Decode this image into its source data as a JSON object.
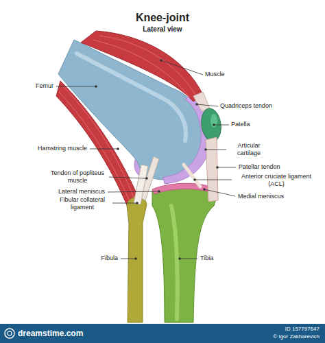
{
  "diagram": {
    "title": "Knee-joint",
    "labels": [
      "Lateral view",
      "Muscle",
      "Femur",
      "Quadriceps tendon",
      "Patella",
      "Articular cartilage",
      "Hamstring muscle",
      "Patellar tendon",
      "Tendon of popliteus muscle",
      "Anterior cruciate ligament (ACL)",
      "Lateral meniscus",
      "Medial meniscus",
      "Fibular collateral ligament",
      "Fibula",
      "Tibia",
      "dreamstime.com",
      "ID 157797647",
      "© Igor Zakharevich"
    ]
  }
}
